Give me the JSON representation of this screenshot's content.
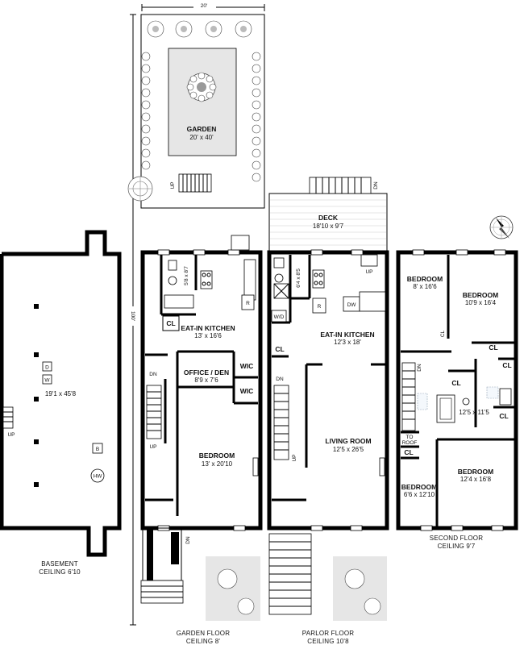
{
  "overall_width": "20'",
  "overall_depth": "100'",
  "floors": {
    "basement": {
      "caption_1": "BASEMENT",
      "caption_2": "CEILING 6'10",
      "dims": "19'1 x 45'8",
      "up": "UP",
      "d": "D",
      "w": "W",
      "b": "B",
      "hw": "HW"
    },
    "garden": {
      "caption_1": "GARDEN FLOOR",
      "caption_2": "CEILING 8'",
      "garden_name": "GARDEN",
      "garden_dims": "20' x 40'",
      "up_stair": "UP",
      "bath_dims": "5'8 x 8'7",
      "cl": "CL",
      "r": "R",
      "kitchen_name": "EAT-IN KITCHEN",
      "kitchen_dims": "13' x 16'6",
      "office_name": "OFFICE / DEN",
      "office_dims": "8'9 x 7'6",
      "wic_1": "WIC",
      "wic_2": "WIC",
      "dn": "DN",
      "up": "UP",
      "bedroom_name": "BEDROOM",
      "bedroom_dims": "13' x 20'10",
      "dn_front": "DN"
    },
    "parlor": {
      "caption_1": "PARLOR FLOOR",
      "caption_2": "CEILING 10'8",
      "dn_deck": "DN",
      "deck_name": "DECK",
      "deck_dims": "18'10 x 9'7",
      "up": "UP",
      "bath_dims": "6'4 x 8'5",
      "r": "R",
      "dw": "DW",
      "wd": "W/D",
      "cl": "CL",
      "kitchen_name": "EAT-IN KITCHEN",
      "kitchen_dims": "12'3 x 18'",
      "dn": "DN",
      "up_2": "UP",
      "living_name": "LIVING ROOM",
      "living_dims": "12'5 x 26'5"
    },
    "second": {
      "caption_1": "SECOND FLOOR",
      "caption_2": "CEILING 9'7",
      "bedroom1_name": "BEDROOM",
      "bedroom1_dims": "8' x 16'6",
      "bedroom2_name": "BEDROOM",
      "bedroom2_dims": "10'9 x 16'4",
      "cl_1": "CL",
      "cl_2": "CL",
      "cl_3": "CL",
      "cl_4": "CL",
      "cl_5": "CL",
      "cl_6": "CL",
      "dn": "DN",
      "bath_dims": "12'5 x 11'5",
      "to_roof": "TO\nROOF",
      "to_roof_1": "TO",
      "to_roof_2": "ROOF",
      "bedroom3_name": "BEDROOM",
      "bedroom3_dims": "12'4 x 16'8",
      "bedroom4_name": "BEDROOM",
      "bedroom4_dims": "6'6 x 12'10"
    }
  }
}
